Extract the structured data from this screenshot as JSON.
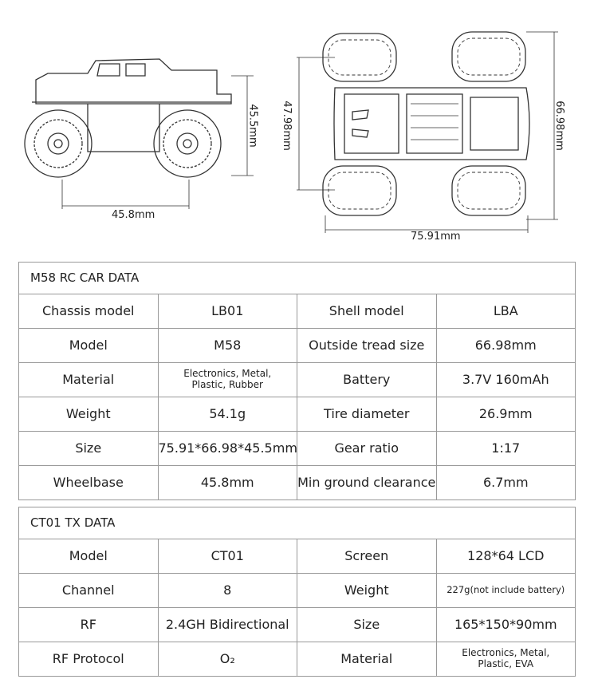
{
  "dimensions": {
    "wheelbase": "45.8mm",
    "height": "45.5mm",
    "track_inner": "47.98mm",
    "track_outer": "66.98mm",
    "length": "75.91mm"
  },
  "car_table": {
    "title": "M58 RC CAR DATA",
    "rows": [
      [
        "Chassis model",
        "LB01",
        "Shell model",
        "LBA"
      ],
      [
        "Model",
        "M58",
        "Outside tread size",
        "66.98mm"
      ],
      [
        "Material",
        "Electronics, Metal, Plastic, Rubber",
        "Battery",
        "3.7V 160mAh"
      ],
      [
        "Weight",
        "54.1g",
        "Tire diameter",
        "26.9mm"
      ],
      [
        "Size",
        "75.91*66.98*45.5mm",
        "Gear ratio",
        "1:17"
      ],
      [
        "Wheelbase",
        "45.8mm",
        "Min ground clearance",
        "6.7mm"
      ]
    ]
  },
  "tx_table": {
    "title": "CT01 TX DATA",
    "rows": [
      [
        "Model",
        "CT01",
        "Screen",
        "128*64 LCD"
      ],
      [
        "Channel",
        "8",
        "Weight",
        "227g(not include battery)"
      ],
      [
        "RF",
        "2.4GH Bidirectional",
        "Size",
        "165*150*90mm"
      ],
      [
        "RF Protocol",
        "O₂",
        "Material",
        "Electronics, Metal, Plastic, EVA"
      ]
    ]
  }
}
